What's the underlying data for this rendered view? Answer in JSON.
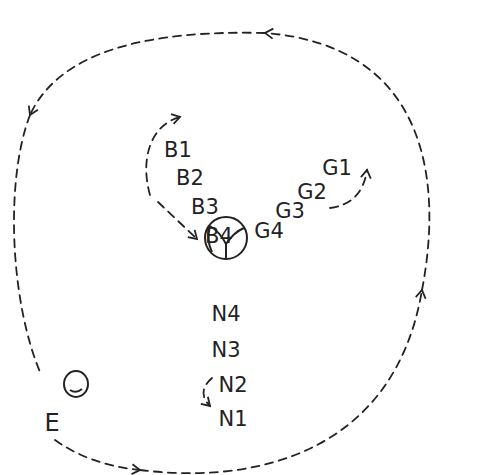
{
  "diagram": {
    "labels": [
      "B1",
      "B2",
      "B3",
      "B4",
      "G1",
      "G2",
      "G3",
      "G4",
      "N4",
      "N3",
      "N2",
      "N1",
      "E"
    ]
  }
}
